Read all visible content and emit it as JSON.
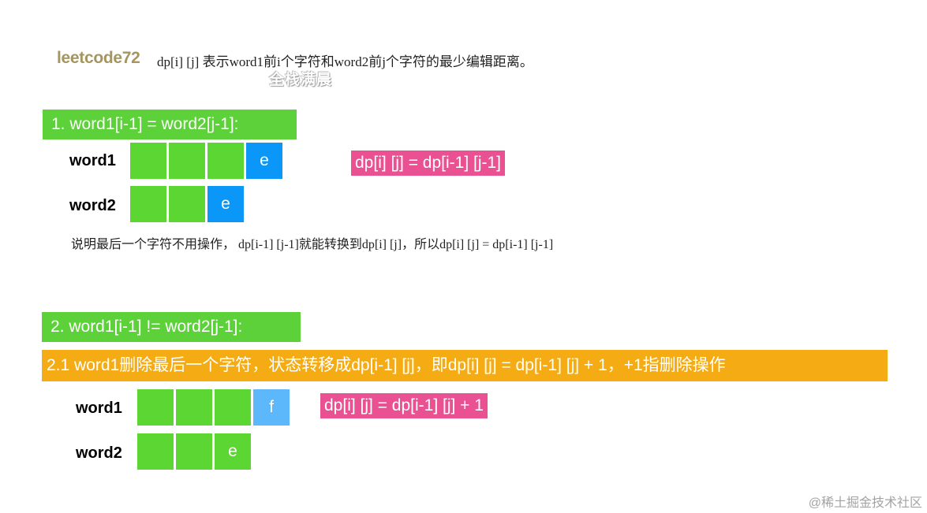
{
  "header": {
    "brand": "leetcode72",
    "description": "dp[i] [j] 表示word1前i个字符和word2前j个字符的最少编辑距离。",
    "watermark": "全栈满晨"
  },
  "case1": {
    "banner": "1. word1[i-1] = word2[j-1]:",
    "word1_label": "word1",
    "word2_label": "word2",
    "word1_cells": [
      "",
      "",
      "",
      "e"
    ],
    "word2_cells": [
      "",
      "",
      "e"
    ],
    "formula": "dp[i] [j] = dp[i-1] [j-1]",
    "note": "说明最后一个字符不用操作， dp[i-1] [j-1]就能转换到dp[i] [j]，所以dp[i] [j] = dp[i-1] [j-1]"
  },
  "case2": {
    "banner": "2. word1[i-1] != word2[j-1]:",
    "sub_banner": "2.1 word1删除最后一个字符，状态转移成dp[i-1] [j]，即dp[i] [j] = dp[i-1] [j] + 1，+1指删除操作",
    "word1_label": "word1",
    "word2_label": "word2",
    "word1_cells": [
      "",
      "",
      "",
      "f"
    ],
    "word2_cells": [
      "",
      "",
      "e"
    ],
    "formula": "dp[i] [j] = dp[i-1] [j] + 1"
  },
  "footer": {
    "credit": "@稀土掘金技术社区"
  },
  "colors": {
    "green": "#5cd633",
    "blue": "#0a97f7",
    "light_blue": "#5db7fb",
    "orange": "#f5ac14",
    "pink": "#ea5193",
    "brand": "#a59560"
  }
}
